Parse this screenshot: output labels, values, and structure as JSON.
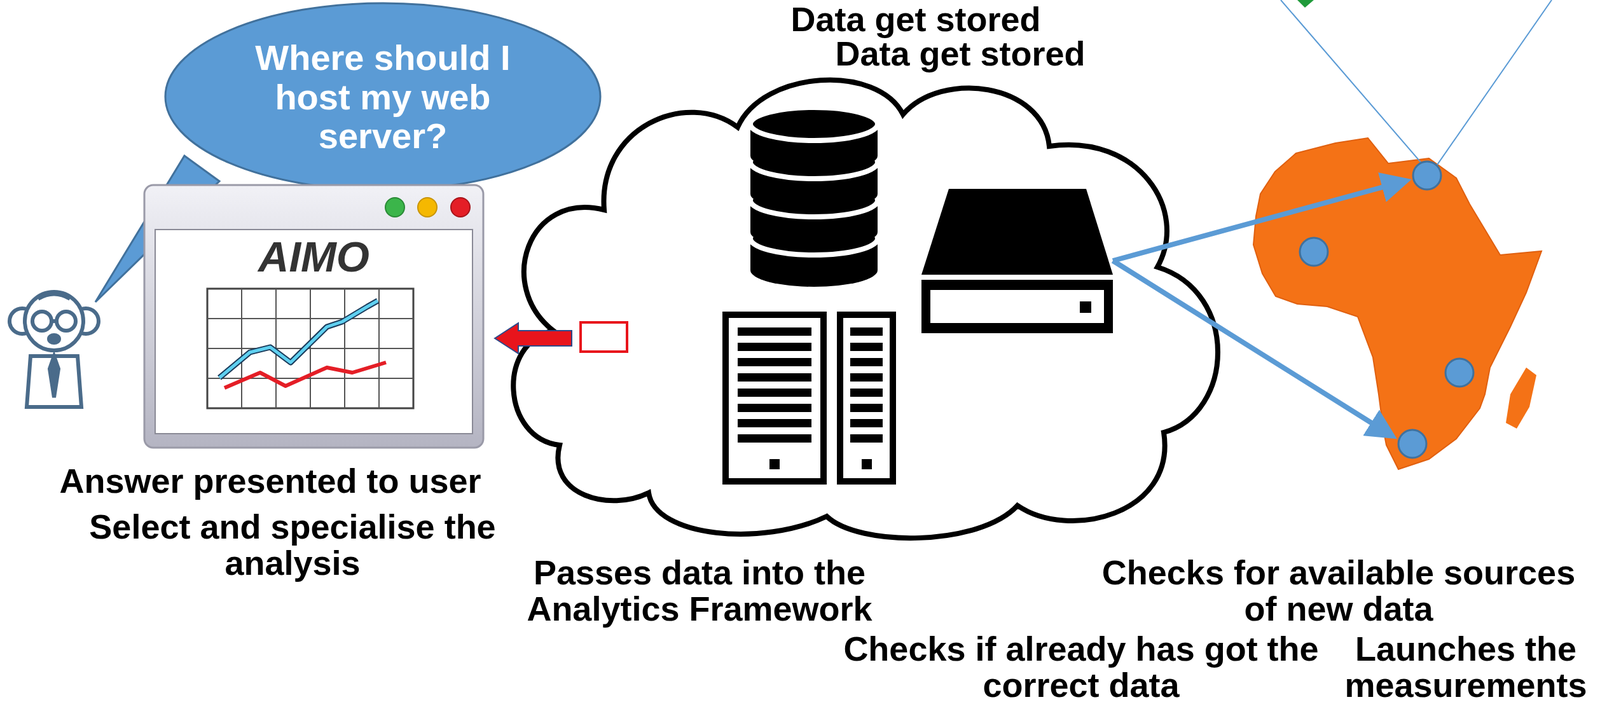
{
  "diagram": {
    "nodes": [
      {
        "text": [
          "Where should I host my web server?"
        ]
      },
      {
        "text": [
          "AIMO"
        ]
      }
    ],
    "labels": [
      "Data get stored",
      "Data get stored",
      "Answer presented to user",
      "Select and specialise the analysis",
      "Passes data into the Analytics Framework",
      "Checks if already has got the correct data",
      "Checks for available sources of new data",
      "Launches the measurements"
    ]
  }
}
